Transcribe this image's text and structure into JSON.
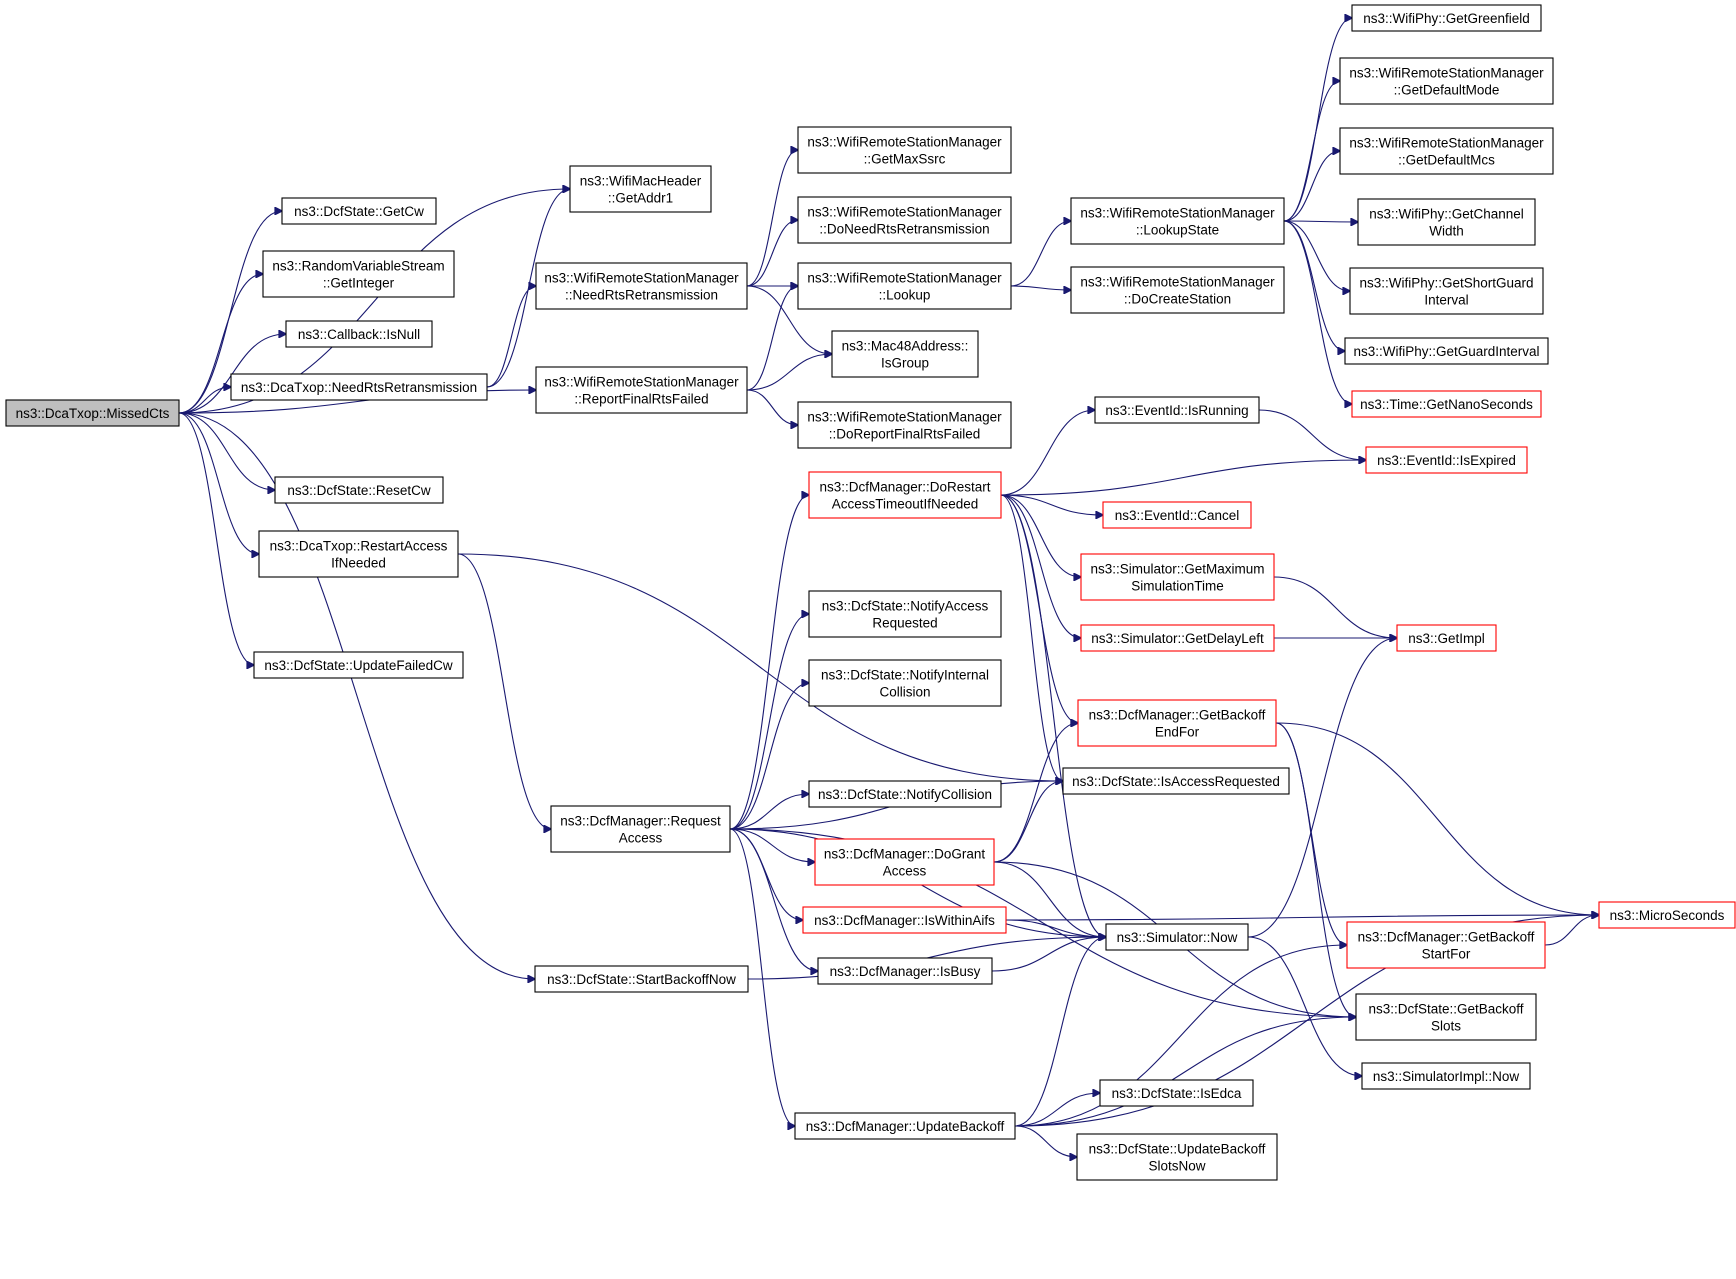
{
  "colors": {
    "edge": "#191970",
    "border": "#000000",
    "external_border": "#ff0000",
    "root_fill": "#bfbfbf"
  },
  "nodes": [
    {
      "id": "root",
      "lines": [
        "ns3::DcaTxop::MissedCts"
      ],
      "style": "root"
    },
    {
      "id": "getaddr1",
      "lines": [
        "ns3::WifiMacHeader",
        "::GetAddr1"
      ],
      "style": "normal"
    },
    {
      "id": "getcw",
      "lines": [
        "ns3::DcfState::GetCw"
      ],
      "style": "normal"
    },
    {
      "id": "getinteger",
      "lines": [
        "ns3::RandomVariableStream",
        "::GetInteger"
      ],
      "style": "normal"
    },
    {
      "id": "isnull",
      "lines": [
        "ns3::Callback::IsNull"
      ],
      "style": "normal"
    },
    {
      "id": "needrtsretx",
      "lines": [
        "ns3::DcaTxop::NeedRtsRetransmission"
      ],
      "style": "normal"
    },
    {
      "id": "resetcw",
      "lines": [
        "ns3::DcfState::ResetCw"
      ],
      "style": "normal"
    },
    {
      "id": "restartaccess",
      "lines": [
        "ns3::DcaTxop::RestartAccess",
        "IfNeeded"
      ],
      "style": "normal"
    },
    {
      "id": "updatefailedcw",
      "lines": [
        "ns3::DcfState::UpdateFailedCw"
      ],
      "style": "normal"
    },
    {
      "id": "wrsm_needrts",
      "lines": [
        "ns3::WifiRemoteStationManager",
        "::NeedRtsRetransmission"
      ],
      "style": "normal"
    },
    {
      "id": "wrsm_reportfinal",
      "lines": [
        "ns3::WifiRemoteStationManager",
        "::ReportFinalRtsFailed"
      ],
      "style": "normal"
    },
    {
      "id": "requestaccess",
      "lines": [
        "ns3::DcfManager::Request",
        "Access"
      ],
      "style": "normal"
    },
    {
      "id": "startbackoffnow",
      "lines": [
        "ns3::DcfState::StartBackoffNow"
      ],
      "style": "normal"
    },
    {
      "id": "getmaxssrc",
      "lines": [
        "ns3::WifiRemoteStationManager",
        "::GetMaxSsrc"
      ],
      "style": "normal"
    },
    {
      "id": "doneedrts",
      "lines": [
        "ns3::WifiRemoteStationManager",
        "::DoNeedRtsRetransmission"
      ],
      "style": "normal"
    },
    {
      "id": "lookup",
      "lines": [
        "ns3::WifiRemoteStationManager",
        "::Lookup"
      ],
      "style": "normal"
    },
    {
      "id": "isgroup",
      "lines": [
        "ns3::Mac48Address::",
        "IsGroup"
      ],
      "style": "normal"
    },
    {
      "id": "doreportfinal",
      "lines": [
        "ns3::WifiRemoteStationManager",
        "::DoReportFinalRtsFailed"
      ],
      "style": "normal"
    },
    {
      "id": "dorestart",
      "lines": [
        "ns3::DcfManager::DoRestart",
        "AccessTimeoutIfNeeded"
      ],
      "style": "red"
    },
    {
      "id": "notifyaccessreq",
      "lines": [
        "ns3::DcfState::NotifyAccess",
        "Requested"
      ],
      "style": "normal"
    },
    {
      "id": "notifyinternal",
      "lines": [
        "ns3::DcfState::NotifyInternal",
        "Collision"
      ],
      "style": "normal"
    },
    {
      "id": "notifycollision",
      "lines": [
        "ns3::DcfState::NotifyCollision"
      ],
      "style": "normal"
    },
    {
      "id": "dogrant",
      "lines": [
        "ns3::DcfManager::DoGrant",
        "Access"
      ],
      "style": "red"
    },
    {
      "id": "iswithinaifs",
      "lines": [
        "ns3::DcfManager::IsWithinAifs"
      ],
      "style": "red"
    },
    {
      "id": "isbusy",
      "lines": [
        "ns3::DcfManager::IsBusy"
      ],
      "style": "normal"
    },
    {
      "id": "updatebackoff",
      "lines": [
        "ns3::DcfManager::UpdateBackoff"
      ],
      "style": "normal"
    },
    {
      "id": "lookupstate",
      "lines": [
        "ns3::WifiRemoteStationManager",
        "::LookupState"
      ],
      "style": "normal"
    },
    {
      "id": "docreatestation",
      "lines": [
        "ns3::WifiRemoteStationManager",
        "::DoCreateStation"
      ],
      "style": "normal"
    },
    {
      "id": "isrunning",
      "lines": [
        "ns3::EventId::IsRunning"
      ],
      "style": "normal"
    },
    {
      "id": "cancel",
      "lines": [
        "ns3::EventId::Cancel"
      ],
      "style": "red"
    },
    {
      "id": "getmaxsimtime",
      "lines": [
        "ns3::Simulator::GetMaximum",
        "SimulationTime"
      ],
      "style": "red"
    },
    {
      "id": "getdelayleft",
      "lines": [
        "ns3::Simulator::GetDelayLeft"
      ],
      "style": "red"
    },
    {
      "id": "getbackoffendfor",
      "lines": [
        "ns3::DcfManager::GetBackoff",
        "EndFor"
      ],
      "style": "red"
    },
    {
      "id": "isaccessrequested",
      "lines": [
        "ns3::DcfState::IsAccessRequested"
      ],
      "style": "normal"
    },
    {
      "id": "simnow",
      "lines": [
        "ns3::Simulator::Now"
      ],
      "style": "normal"
    },
    {
      "id": "isedca",
      "lines": [
        "ns3::DcfState::IsEdca"
      ],
      "style": "normal"
    },
    {
      "id": "updatebackoffslotsnow",
      "lines": [
        "ns3::DcfState::UpdateBackoff",
        "SlotsNow"
      ],
      "style": "normal"
    },
    {
      "id": "getgreenfield",
      "lines": [
        "ns3::WifiPhy::GetGreenfield"
      ],
      "style": "normal"
    },
    {
      "id": "getdefaultmode",
      "lines": [
        "ns3::WifiRemoteStationManager",
        "::GetDefaultMode"
      ],
      "style": "normal"
    },
    {
      "id": "getdefaultmcs",
      "lines": [
        "ns3::WifiRemoteStationManager",
        "::GetDefaultMcs"
      ],
      "style": "normal"
    },
    {
      "id": "getchannelwidth",
      "lines": [
        "ns3::WifiPhy::GetChannel",
        "Width"
      ],
      "style": "normal"
    },
    {
      "id": "getshortguard",
      "lines": [
        "ns3::WifiPhy::GetShortGuard",
        "Interval"
      ],
      "style": "normal"
    },
    {
      "id": "getguardinterval",
      "lines": [
        "ns3::WifiPhy::GetGuardInterval"
      ],
      "style": "normal"
    },
    {
      "id": "getnanoseconds",
      "lines": [
        "ns3::Time::GetNanoSeconds"
      ],
      "style": "red"
    },
    {
      "id": "isexpired",
      "lines": [
        "ns3::EventId::IsExpired"
      ],
      "style": "red"
    },
    {
      "id": "getimpl",
      "lines": [
        "ns3::GetImpl"
      ],
      "style": "red"
    },
    {
      "id": "microseconds",
      "lines": [
        "ns3::MicroSeconds"
      ],
      "style": "red"
    },
    {
      "id": "getbackoffstartfor",
      "lines": [
        "ns3::DcfManager::GetBackoff",
        "StartFor"
      ],
      "style": "red"
    },
    {
      "id": "getbackoffslots",
      "lines": [
        "ns3::DcfState::GetBackoff",
        "Slots"
      ],
      "style": "normal"
    },
    {
      "id": "simimplnow",
      "lines": [
        "ns3::SimulatorImpl::Now"
      ],
      "style": "normal"
    }
  ],
  "edges": [
    [
      "root",
      "getaddr1"
    ],
    [
      "root",
      "getcw"
    ],
    [
      "root",
      "getinteger"
    ],
    [
      "root",
      "isnull"
    ],
    [
      "root",
      "needrtsretx"
    ],
    [
      "root",
      "wrsm_reportfinal"
    ],
    [
      "root",
      "resetcw"
    ],
    [
      "root",
      "restartaccess"
    ],
    [
      "root",
      "startbackoffnow"
    ],
    [
      "root",
      "updatefailedcw"
    ],
    [
      "needrtsretx",
      "getaddr1"
    ],
    [
      "needrtsretx",
      "wrsm_needrts"
    ],
    [
      "wrsm_needrts",
      "getmaxssrc"
    ],
    [
      "wrsm_needrts",
      "doneedrts"
    ],
    [
      "wrsm_needrts",
      "lookup"
    ],
    [
      "wrsm_needrts",
      "isgroup"
    ],
    [
      "wrsm_reportfinal",
      "lookup"
    ],
    [
      "wrsm_reportfinal",
      "isgroup"
    ],
    [
      "wrsm_reportfinal",
      "doreportfinal"
    ],
    [
      "lookup",
      "lookupstate"
    ],
    [
      "lookup",
      "docreatestation"
    ],
    [
      "lookupstate",
      "getgreenfield"
    ],
    [
      "lookupstate",
      "getdefaultmode"
    ],
    [
      "lookupstate",
      "getdefaultmcs"
    ],
    [
      "lookupstate",
      "getchannelwidth"
    ],
    [
      "lookupstate",
      "getshortguard"
    ],
    [
      "lookupstate",
      "getguardinterval"
    ],
    [
      "lookupstate",
      "getnanoseconds"
    ],
    [
      "restartaccess",
      "requestaccess"
    ],
    [
      "restartaccess",
      "isaccessrequested"
    ],
    [
      "requestaccess",
      "dorestart"
    ],
    [
      "requestaccess",
      "notifyaccessreq"
    ],
    [
      "requestaccess",
      "notifyinternal"
    ],
    [
      "requestaccess",
      "isaccessrequested"
    ],
    [
      "requestaccess",
      "notifycollision"
    ],
    [
      "requestaccess",
      "dogrant"
    ],
    [
      "requestaccess",
      "iswithinaifs"
    ],
    [
      "requestaccess",
      "isbusy"
    ],
    [
      "requestaccess",
      "simnow"
    ],
    [
      "requestaccess",
      "updatebackoff"
    ],
    [
      "requestaccess",
      "getbackoffslots"
    ],
    [
      "dorestart",
      "isrunning"
    ],
    [
      "dorestart",
      "isexpired"
    ],
    [
      "dorestart",
      "cancel"
    ],
    [
      "dorestart",
      "getmaxsimtime"
    ],
    [
      "dorestart",
      "getdelayleft"
    ],
    [
      "dorestart",
      "getbackoffendfor"
    ],
    [
      "dorestart",
      "isaccessrequested"
    ],
    [
      "dorestart",
      "simnow"
    ],
    [
      "isrunning",
      "isexpired"
    ],
    [
      "getmaxsimtime",
      "getimpl"
    ],
    [
      "getdelayleft",
      "getimpl"
    ],
    [
      "getbackoffendfor",
      "getbackoffstartfor"
    ],
    [
      "getbackoffendfor",
      "getbackoffslots"
    ],
    [
      "getbackoffendfor",
      "microseconds"
    ],
    [
      "dogrant",
      "getbackoffendfor"
    ],
    [
      "dogrant",
      "isaccessrequested"
    ],
    [
      "dogrant",
      "simnow"
    ],
    [
      "dogrant",
      "getbackoffslots"
    ],
    [
      "iswithinaifs",
      "simnow"
    ],
    [
      "iswithinaifs",
      "microseconds"
    ],
    [
      "isbusy",
      "simnow"
    ],
    [
      "simnow",
      "getimpl"
    ],
    [
      "simnow",
      "simimplnow"
    ],
    [
      "getbackoffstartfor",
      "microseconds"
    ],
    [
      "startbackoffnow",
      "simnow"
    ],
    [
      "updatebackoff",
      "simnow"
    ],
    [
      "updatebackoff",
      "getbackoffstartfor"
    ],
    [
      "updatebackoff",
      "getbackoffslots"
    ],
    [
      "updatebackoff",
      "isedca"
    ],
    [
      "updatebackoff",
      "updatebackoffslotsnow"
    ],
    [
      "updatebackoff",
      "microseconds"
    ]
  ]
}
